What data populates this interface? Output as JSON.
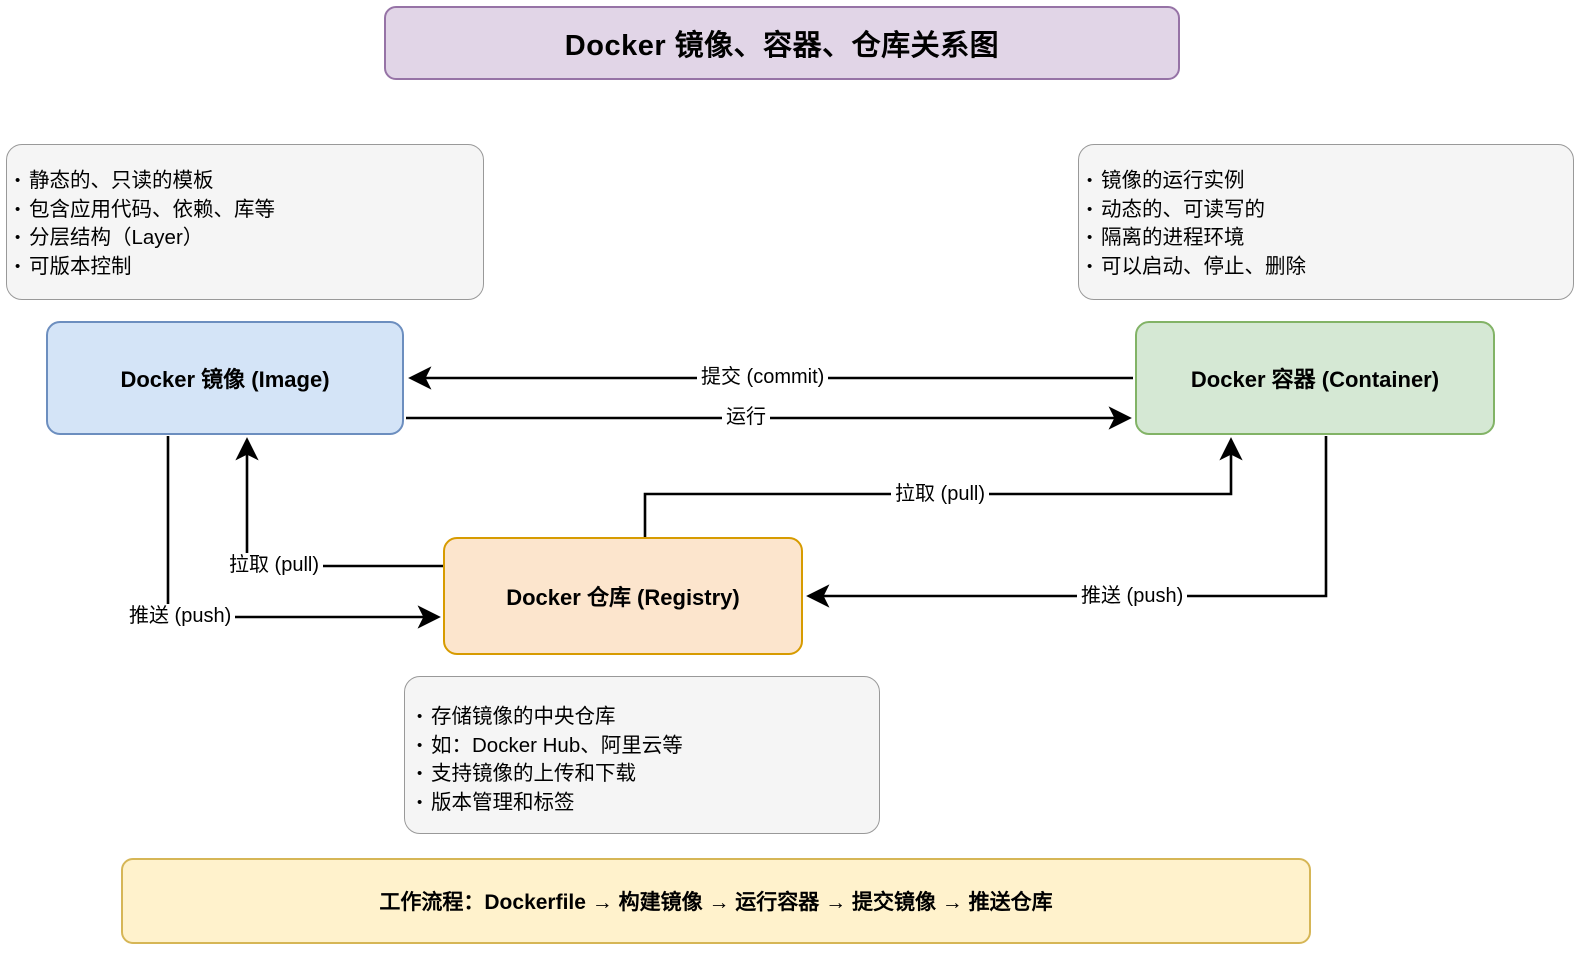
{
  "title": {
    "text": "Docker 镜像、容器、仓库关系图",
    "fill": "#e1d5e7",
    "stroke": "#9673a6"
  },
  "nodes": {
    "image": {
      "label": "Docker 镜像 (Image)",
      "fill": "#d4e4f7",
      "stroke": "#6c8ebf"
    },
    "container": {
      "label": "Docker 容器 (Container)",
      "fill": "#d5e8d4",
      "stroke": "#82b366"
    },
    "registry": {
      "label": "Docker 仓库 (Registry)",
      "fill": "#fce5cd",
      "stroke": "#d79b00"
    }
  },
  "notes": {
    "image": [
      "静态的、只读的模板",
      "包含应用代码、依赖、库等",
      "分层结构（Layer）",
      "可版本控制"
    ],
    "container": [
      "镜像的运行实例",
      "动态的、可读写的",
      "隔离的进程环境",
      "可以启动、停止、删除"
    ],
    "registry": [
      "存储镜像的中央仓库",
      "如：Docker Hub、阿里云等",
      "支持镜像的上传和下载",
      "版本管理和标签"
    ]
  },
  "edges": {
    "commit": {
      "label": "提交 (commit)",
      "from": "container",
      "to": "image"
    },
    "run": {
      "label": "运行",
      "from": "image",
      "to": "container"
    },
    "pull_image": {
      "label": "拉取 (pull)",
      "from": "registry",
      "to": "image"
    },
    "push_image": {
      "label": "推送 (push)",
      "from": "image",
      "to": "registry"
    },
    "pull_container": {
      "label": "拉取 (pull)",
      "from": "registry",
      "to": "container"
    },
    "push_container": {
      "label": "推送 (push)",
      "from": "container",
      "to": "registry"
    }
  },
  "workflow": {
    "text": "工作流程：Dockerfile → 构建镜像 → 运行容器 → 提交镜像 → 推送仓库",
    "fill": "#fff2cc",
    "stroke": "#d6b656"
  }
}
